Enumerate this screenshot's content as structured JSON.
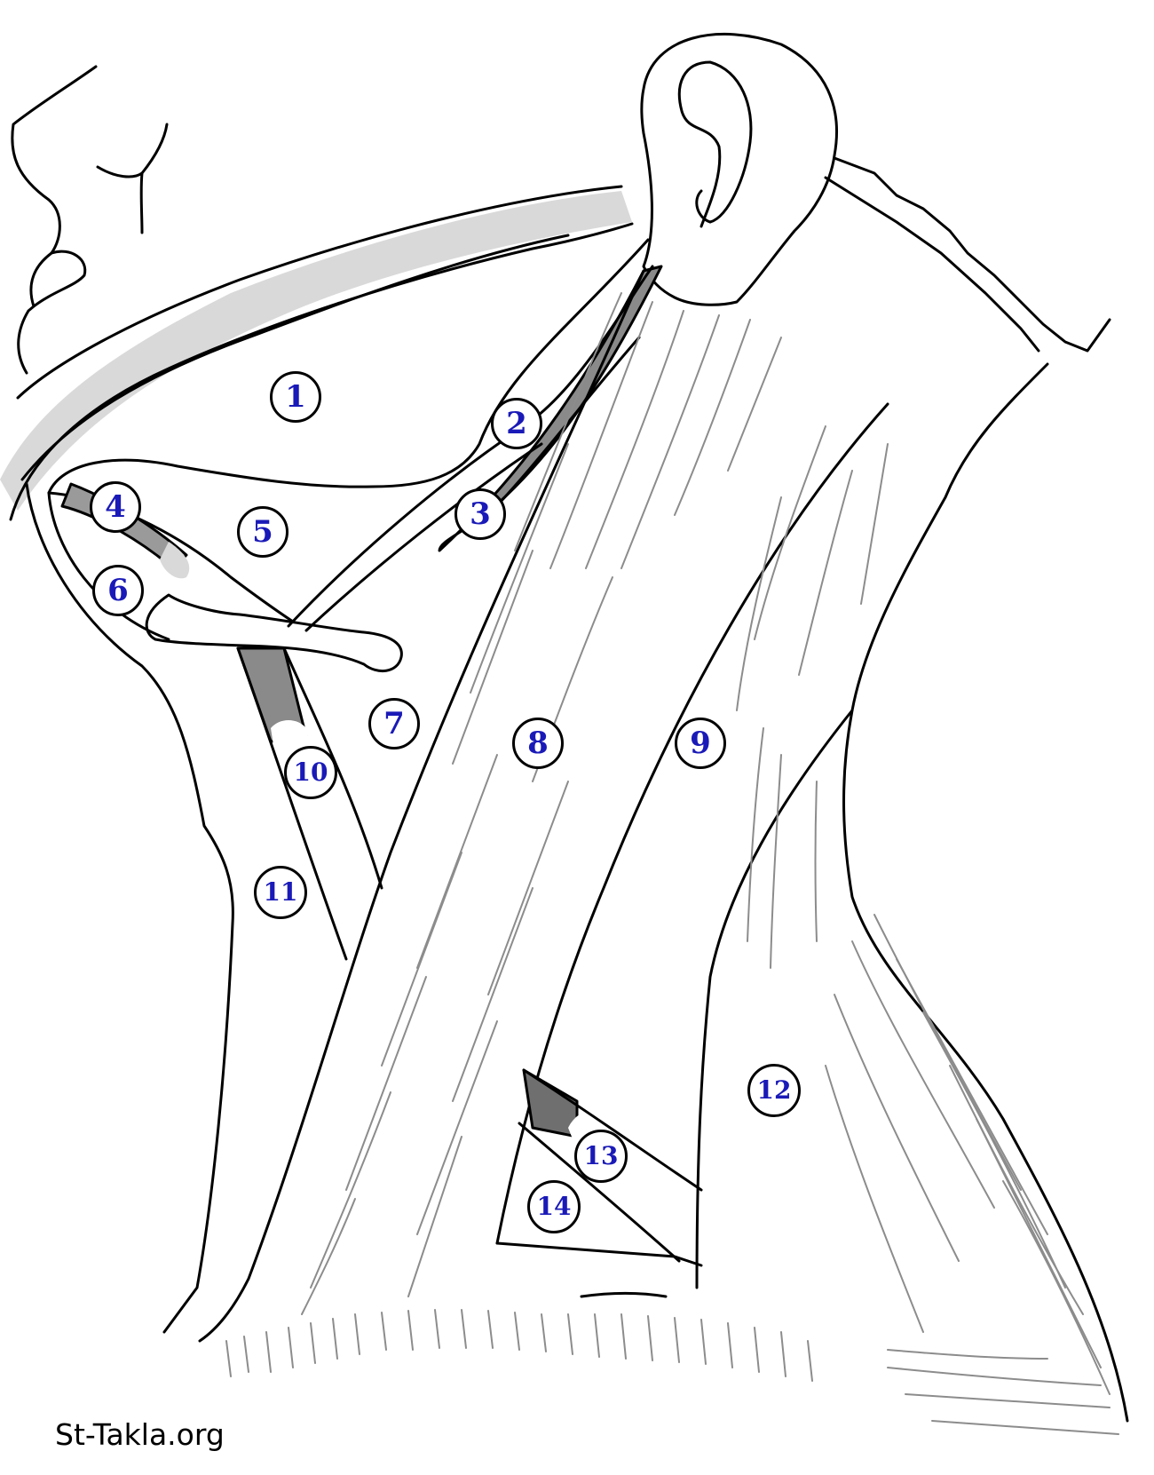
{
  "watermark": "St-Takla.org",
  "colors": {
    "outline": "#000000",
    "fiber": "#8c8c8c",
    "light_shade": "#d9d9d9",
    "dark_shade": "#7f7f7f",
    "label_text": "#1a1ab8"
  },
  "labels": [
    {
      "id": "1",
      "text": "1"
    },
    {
      "id": "2",
      "text": "2"
    },
    {
      "id": "3",
      "text": "3"
    },
    {
      "id": "4",
      "text": "4"
    },
    {
      "id": "5",
      "text": "5"
    },
    {
      "id": "6",
      "text": "6"
    },
    {
      "id": "7",
      "text": "7"
    },
    {
      "id": "8",
      "text": "8"
    },
    {
      "id": "9",
      "text": "9"
    },
    {
      "id": "10",
      "text": "10"
    },
    {
      "id": "11",
      "text": "11"
    },
    {
      "id": "12",
      "text": "12"
    },
    {
      "id": "13",
      "text": "13"
    },
    {
      "id": "14",
      "text": "14"
    }
  ]
}
